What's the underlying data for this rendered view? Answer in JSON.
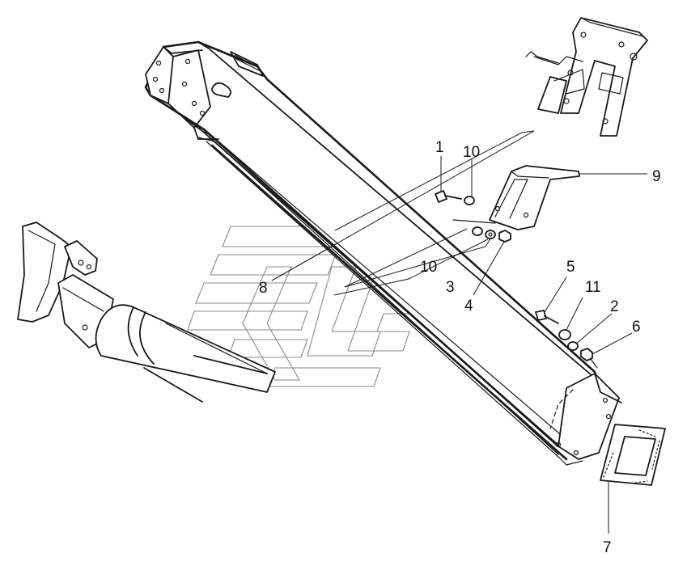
{
  "callouts": [
    {
      "id": "c1",
      "text": "1"
    },
    {
      "id": "c10a",
      "text": "10"
    },
    {
      "id": "c9",
      "text": "9"
    },
    {
      "id": "c8",
      "text": "8"
    },
    {
      "id": "c10b",
      "text": "10"
    },
    {
      "id": "c3",
      "text": "3"
    },
    {
      "id": "c4",
      "text": "4"
    },
    {
      "id": "c5",
      "text": "5"
    },
    {
      "id": "c11",
      "text": "11"
    },
    {
      "id": "c2",
      "text": "2"
    },
    {
      "id": "c6",
      "text": "6"
    },
    {
      "id": "c7",
      "text": "7"
    }
  ],
  "colors": {
    "ink": "#1a1a1a",
    "watermark": "#8a8a8a",
    "background": "#ffffff"
  }
}
